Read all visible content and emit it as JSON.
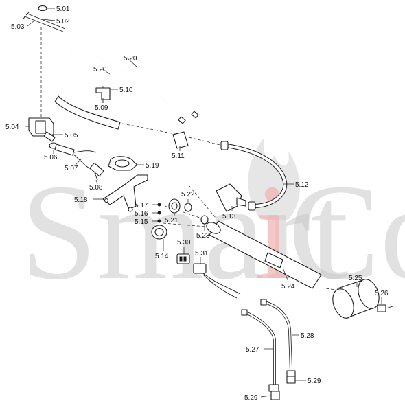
{
  "watermark": {
    "text_a": "Smart",
    "text_i": "i",
    "text_b": "Co",
    "color": "#c9c9c9",
    "accent": "#f2b0b0"
  },
  "labels": {
    "l501": "5.01",
    "l502": "5.02",
    "l503": "5.03",
    "l504": "5.04",
    "l505": "5.05",
    "l506": "5.06",
    "l507": "5.07",
    "l508": "5.08",
    "l509": "5.09",
    "l510": "5.10",
    "l511": "5.11",
    "l512": "5.12",
    "l513": "5.13",
    "l514": "5.14",
    "l515": "5.15",
    "l516": "5.16",
    "l517": "5.17",
    "l518": "5.18",
    "l519": "5.19",
    "l520a": "5.20",
    "l520b": "5.20",
    "l521": "5.21",
    "l522": "5.22",
    "l523": "5.23",
    "l524": "5.24",
    "l525": "5.25",
    "l526": "5.26",
    "l527": "5.27",
    "l528": "5.28",
    "l529a": "5.29",
    "l529b": "5.29",
    "l530": "5.30",
    "l531": "5.31"
  }
}
